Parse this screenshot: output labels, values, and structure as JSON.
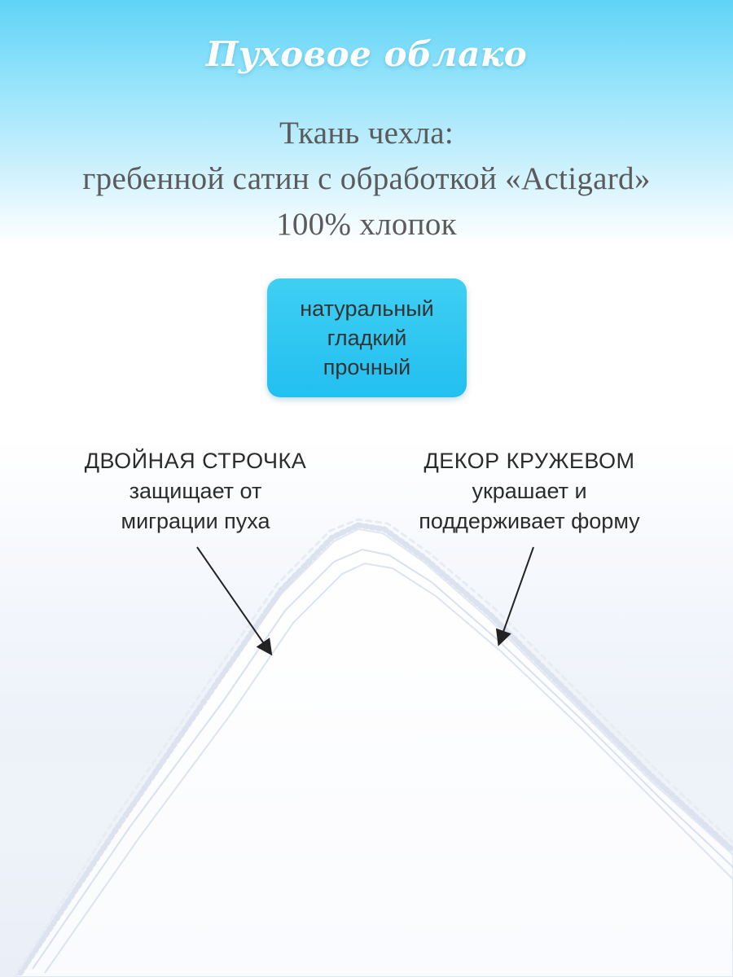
{
  "brand": {
    "title": "Пуховое облако",
    "color": "#ffffff"
  },
  "fabric": {
    "line1": "Ткань чехла:",
    "line2": "гребенной сатин с обработкой «Actigard»",
    "line3": "100% хлопок"
  },
  "features_badge": {
    "items": [
      "натуральный",
      "гладкий",
      "прочный"
    ],
    "color": "#2cc6f2"
  },
  "callouts": {
    "double_stitch": {
      "heading": "ДВОЙНАЯ СТРОЧКА",
      "line1": "защищает от",
      "line2": "миграции пуха"
    },
    "lace_decor": {
      "heading": "ДЕКОР КРУЖЕВОМ",
      "line1": "украшает и",
      "line2": "поддерживает форму"
    }
  },
  "image": {
    "subject": "white-pillow-corner-with-lace-trim"
  }
}
